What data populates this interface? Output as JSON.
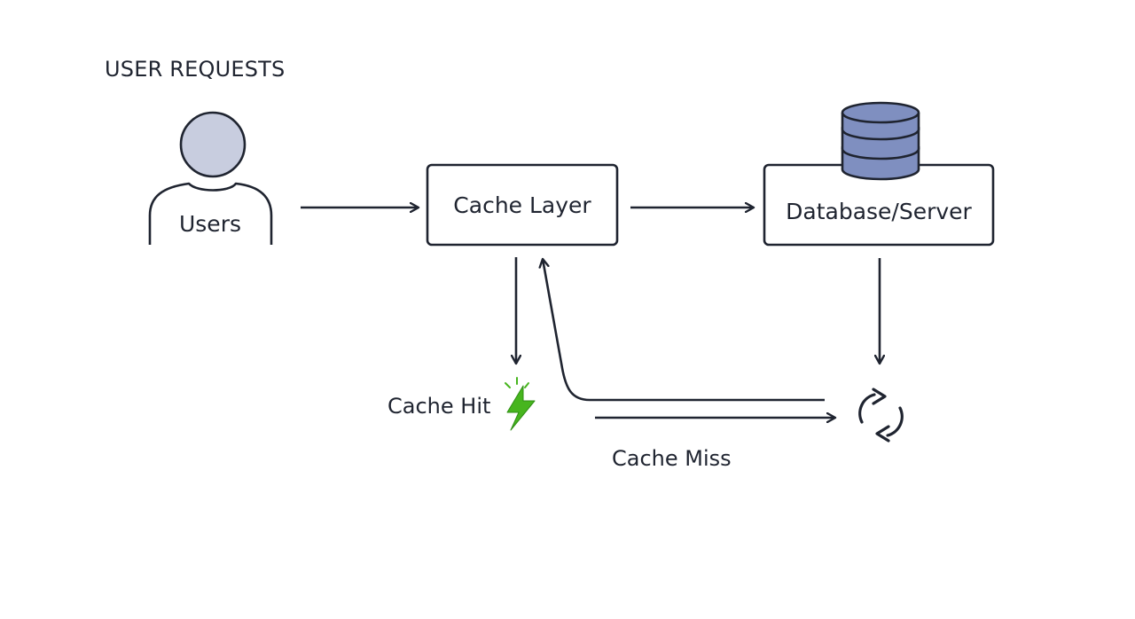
{
  "header": {
    "title": "USER REQUESTS"
  },
  "nodes": {
    "users": {
      "label": "Users",
      "icon": "user-icon"
    },
    "cache_layer": {
      "label": "Cache Layer"
    },
    "database_server": {
      "label": "Database/Server",
      "icon": "database-icon"
    },
    "refresh": {
      "icon": "refresh-icon"
    }
  },
  "edges": {
    "cache_hit": {
      "label": "Cache Hit",
      "icon": "lightning-icon"
    },
    "cache_miss": {
      "label": "Cache Miss"
    }
  },
  "colors": {
    "stroke": "#1f2430",
    "user_fill": "#c8cddf",
    "database_fill": "#7f8fc0",
    "hit_green": "#47b51e"
  }
}
